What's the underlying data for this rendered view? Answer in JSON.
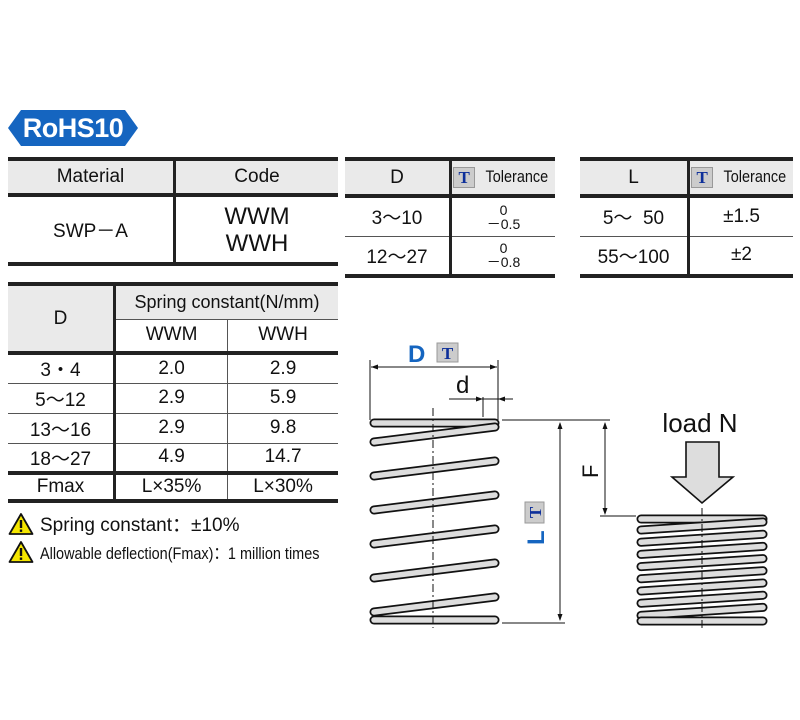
{
  "badge": "RoHS10",
  "material_table": {
    "headers": [
      "Material",
      "Code"
    ],
    "material": "SWP－A",
    "codes": [
      "WWM",
      "WWH"
    ]
  },
  "d_tolerance_table": {
    "headers": [
      "D",
      "Tolerance"
    ],
    "tolerance_icon": "T",
    "rows": [
      {
        "range": "3～10",
        "upper": "0",
        "lower": "－0.5"
      },
      {
        "range": "12～27",
        "upper": "0",
        "lower": "－0.8"
      }
    ]
  },
  "l_tolerance_table": {
    "headers": [
      "L",
      "Tolerance"
    ],
    "tolerance_icon": "T",
    "rows": [
      {
        "range": "5～  50",
        "value": "±1.5"
      },
      {
        "range": "55～100",
        "value": "±2"
      }
    ]
  },
  "spring_table": {
    "col_d": "D",
    "group_header": "Spring constant(N/mm)",
    "sub_headers": [
      "WWM",
      "WWH"
    ],
    "rows": [
      {
        "d": "3・4",
        "wwm": "2.0",
        "wwh": "2.9"
      },
      {
        "d": "5～12",
        "wwm": "2.9",
        "wwh": "5.9"
      },
      {
        "d": "13～16",
        "wwm": "2.9",
        "wwh": "9.8"
      },
      {
        "d": "18～27",
        "wwm": "4.9",
        "wwh": "14.7"
      }
    ],
    "fmax": {
      "label": "Fmax",
      "wwm": "L×35%",
      "wwh": "L×30%"
    }
  },
  "notes": [
    "Spring constant：±10%",
    "Allowable deflection(Fmax)：1 million times"
  ],
  "diagram": {
    "label_D": "D",
    "label_d": "d",
    "label_L": "L",
    "label_F": "F",
    "label_T": "T",
    "load_label": "load N",
    "dimension_color": "#1565c0"
  }
}
